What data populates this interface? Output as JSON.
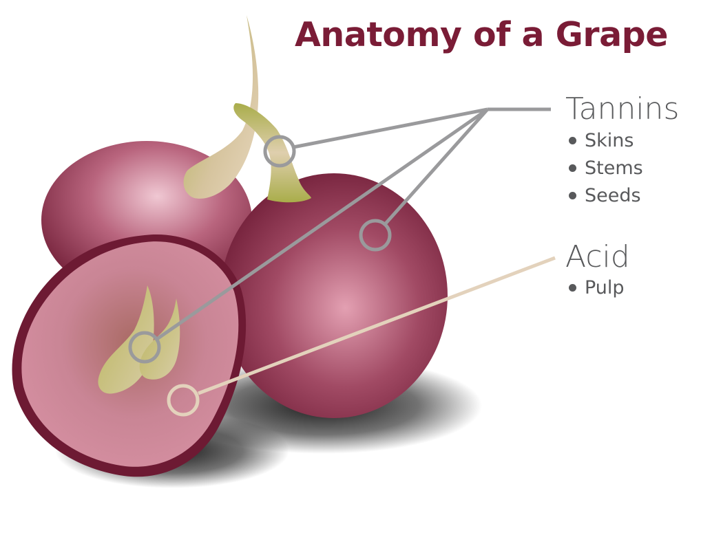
{
  "title": "Anatomy of a Grape",
  "colors": {
    "title": "#7a1c36",
    "text": "#58595b",
    "bullet": "#58595b",
    "tannin_line": "#9a9a9c",
    "acid_line": "#e3d2bc",
    "grape_dark": "#6d1a33",
    "grape_light": "#e9b6c6",
    "flesh": "#d08a9c",
    "stem": "#aab04e"
  },
  "labels": {
    "tannins": {
      "heading": "Tannins",
      "items": [
        "Skins",
        "Stems",
        "Seeds"
      ]
    },
    "acid": {
      "heading": "Acid",
      "items": [
        "Pulp"
      ]
    }
  },
  "illustration": {
    "subject": "three grapes, one cut in half showing seeds",
    "callouts": [
      "Skins",
      "Stems",
      "Seeds",
      "Pulp"
    ]
  }
}
